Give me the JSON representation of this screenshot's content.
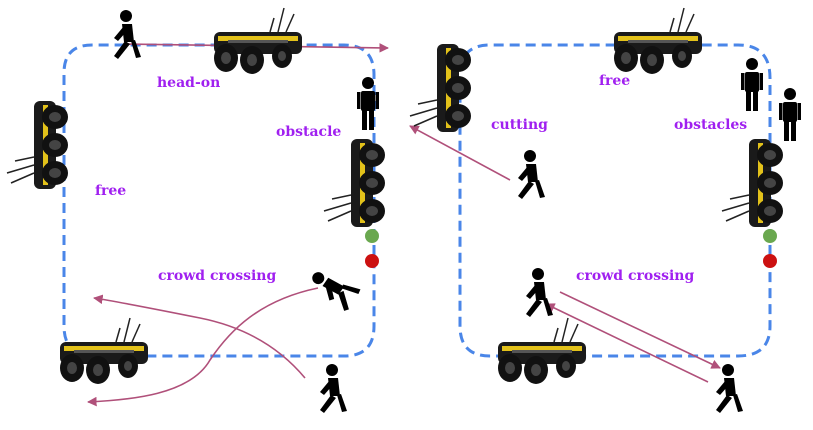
{
  "colors": {
    "path": "#4a86e8",
    "trajectory": "#b0507a",
    "label": "#a020f0",
    "person": "#000000",
    "robot_body": "#1a1a1a",
    "robot_stripe": "#e3c21a",
    "start_marker": "#6aa84f",
    "goal_marker": "#cc1111"
  },
  "left_scenario": {
    "labels": {
      "head_on": "head-on",
      "obstacle": "obstacle",
      "free": "free",
      "crowd_crossing": "crowd crossing"
    }
  },
  "right_scenario": {
    "labels": {
      "free": "free",
      "cutting": "cutting",
      "obstacles": "obstacles",
      "crowd_crossing": "crowd crossing"
    }
  },
  "icons": [
    "robot-icon",
    "walking-person-icon",
    "standing-person-icon",
    "start-marker",
    "goal-marker"
  ]
}
